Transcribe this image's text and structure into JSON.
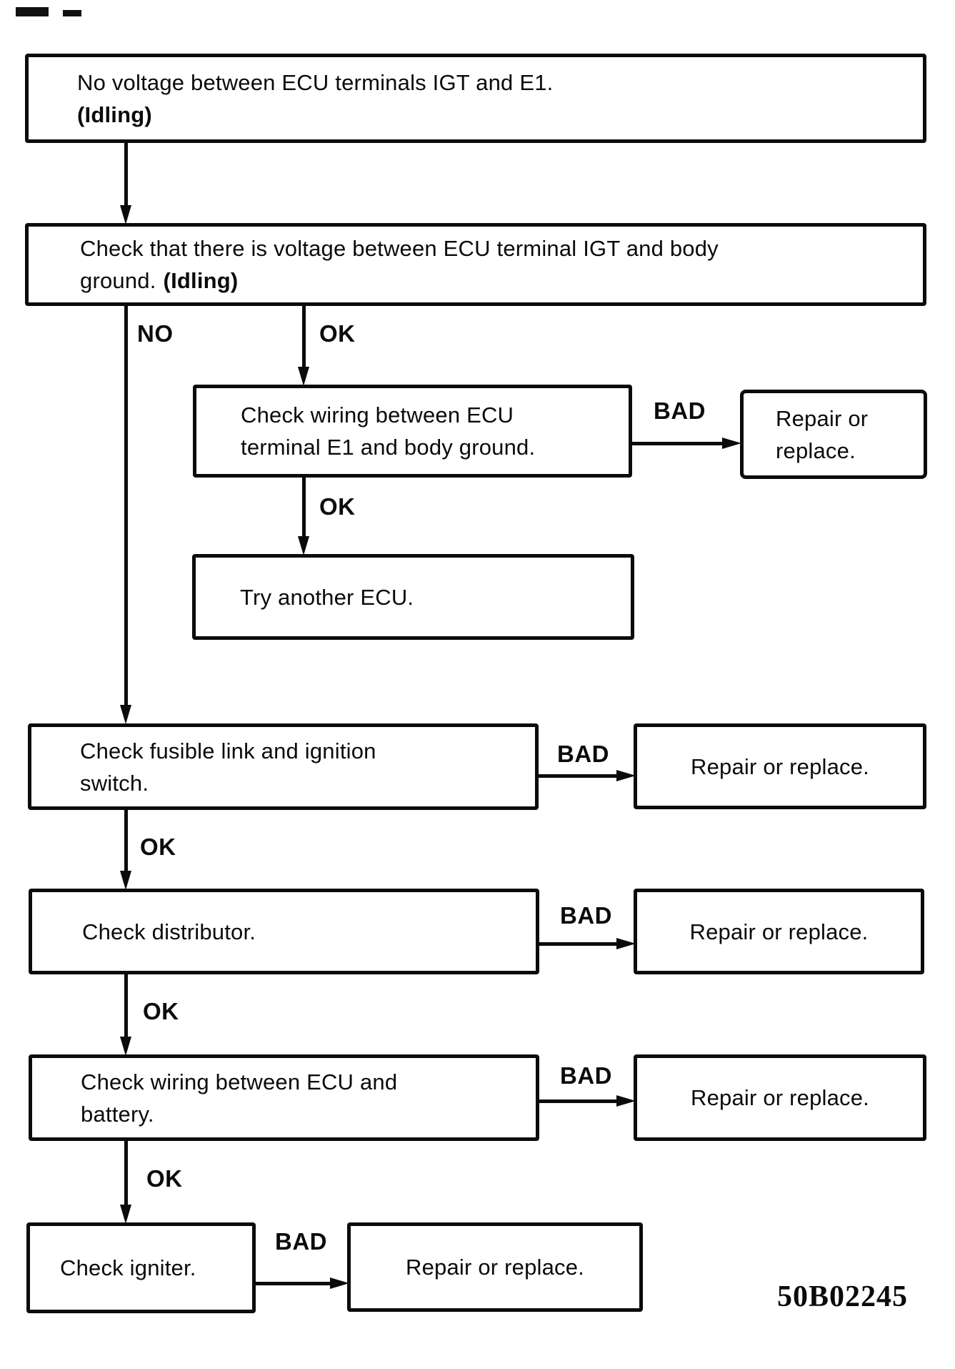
{
  "labels": {
    "no": "NO",
    "ok": "OK",
    "bad": "BAD"
  },
  "code": "50B02245",
  "nodes": [
    {
      "id": "no-voltage-igt-e1",
      "lines": [
        [
          {
            "t": "No voltage between ECU terminals IGT and E1."
          }
        ],
        [
          {
            "t": "(Idling)",
            "b": true
          }
        ]
      ]
    },
    {
      "id": "check-voltage-igt-body-ground",
      "lines": [
        [
          {
            "t": "Check that there is voltage between ECU terminal IGT and body"
          }
        ],
        [
          {
            "t": "ground."
          },
          {
            "t": "(Idling)",
            "b": true
          }
        ]
      ]
    },
    {
      "id": "check-wiring-e1-body-ground",
      "lines": [
        [
          {
            "t": "Check wiring between ECU"
          }
        ],
        [
          {
            "t": "terminal E1 and body ground."
          }
        ]
      ]
    },
    {
      "id": "repair-or-replace-1",
      "lines": [
        [
          {
            "t": "Repair or"
          }
        ],
        [
          {
            "t": "replace."
          }
        ]
      ]
    },
    {
      "id": "try-another-ecu",
      "lines": [
        [
          {
            "t": "Try another ECU."
          }
        ]
      ]
    },
    {
      "id": "check-fusible-link-ignition-switch",
      "lines": [
        [
          {
            "t": "Check fusible link and ignition"
          }
        ],
        [
          {
            "t": "switch."
          }
        ]
      ]
    },
    {
      "id": "repair-or-replace-2",
      "lines": [
        [
          {
            "t": "Repair or replace."
          }
        ]
      ]
    },
    {
      "id": "check-distributor",
      "lines": [
        [
          {
            "t": "Check distributor."
          }
        ]
      ]
    },
    {
      "id": "repair-or-replace-3",
      "lines": [
        [
          {
            "t": "Repair or replace."
          }
        ]
      ]
    },
    {
      "id": "check-wiring-ecu-battery",
      "lines": [
        [
          {
            "t": "Check wiring between ECU and"
          }
        ],
        [
          {
            "t": "battery."
          }
        ]
      ]
    },
    {
      "id": "repair-or-replace-4",
      "lines": [
        [
          {
            "t": "Repair or replace."
          }
        ]
      ]
    },
    {
      "id": "check-igniter",
      "lines": [
        [
          {
            "t": "Check igniter."
          }
        ]
      ]
    },
    {
      "id": "repair-or-replace-5",
      "lines": [
        [
          {
            "t": "Repair or replace."
          }
        ]
      ]
    }
  ]
}
